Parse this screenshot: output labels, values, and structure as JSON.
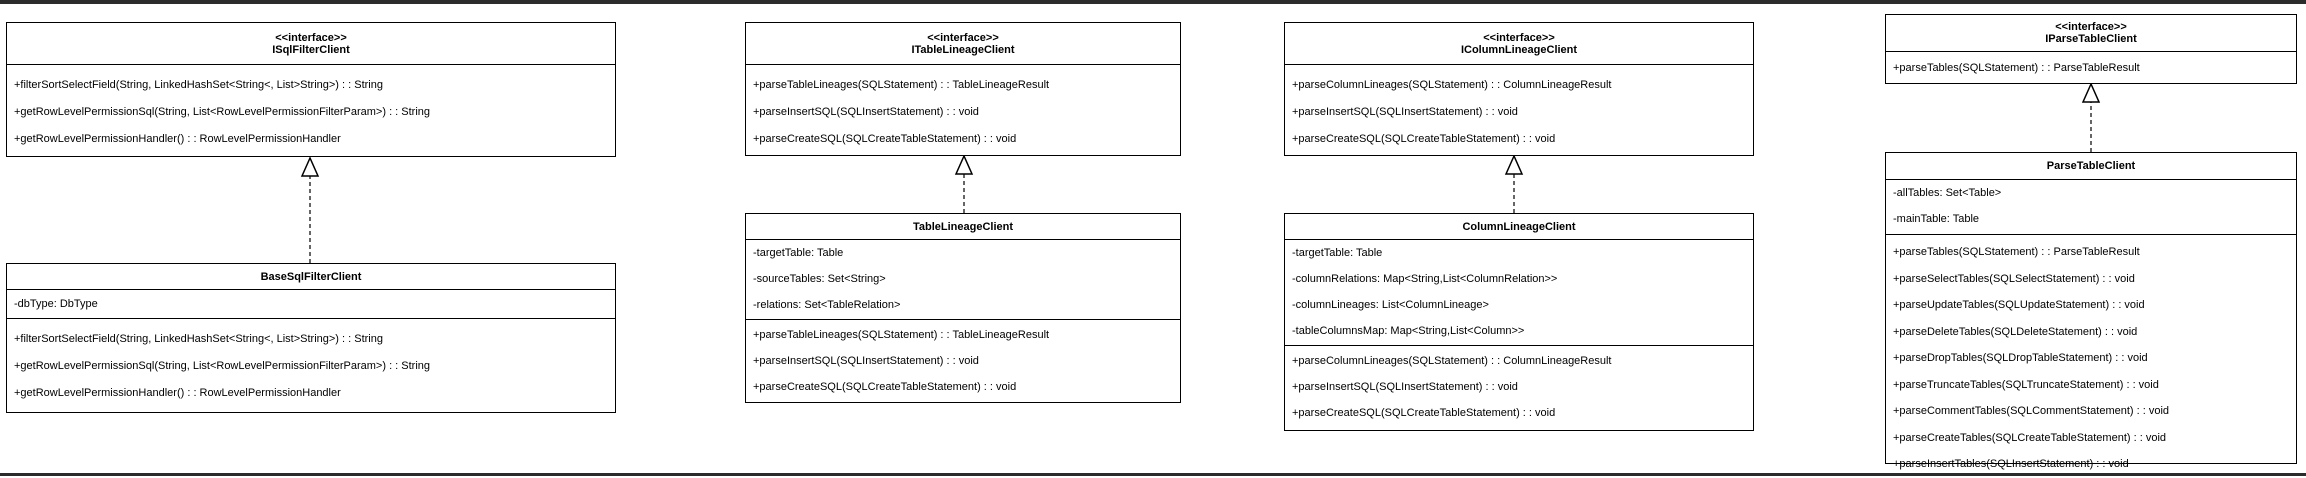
{
  "classes": [
    {
      "stereotype": "<<interface>>",
      "name": "ISqlFilterClient",
      "attributes": [],
      "operations": [
        "+filterSortSelectField(String, LinkedHashSet<String<, List>String>) : : String",
        "+getRowLevelPermissionSql(String, List<RowLevelPermissionFilterParam>) : : String",
        "+getRowLevelPermissionHandler() : : RowLevelPermissionHandler"
      ]
    },
    {
      "stereotype": "",
      "name": "BaseSqlFilterClient",
      "attributes": [
        "-dbType: DbType"
      ],
      "operations": [
        "+filterSortSelectField(String, LinkedHashSet<String<, List>String>) : : String",
        "+getRowLevelPermissionSql(String, List<RowLevelPermissionFilterParam>) : : String",
        "+getRowLevelPermissionHandler() : : RowLevelPermissionHandler"
      ]
    },
    {
      "stereotype": "<<interface>>",
      "name": "ITableLineageClient",
      "attributes": [],
      "operations": [
        "+parseTableLineages(SQLStatement) : : TableLineageResult",
        "+parseInsertSQL(SQLInsertStatement) : : void",
        "+parseCreateSQL(SQLCreateTableStatement) : : void"
      ]
    },
    {
      "stereotype": "",
      "name": "TableLineageClient",
      "attributes": [
        "-targetTable: Table",
        "-sourceTables: Set<String>",
        "-relations: Set<TableRelation>"
      ],
      "operations": [
        "+parseTableLineages(SQLStatement) : : TableLineageResult",
        "+parseInsertSQL(SQLInsertStatement) : : void",
        "+parseCreateSQL(SQLCreateTableStatement) : : void"
      ]
    },
    {
      "stereotype": "<<interface>>",
      "name": "IColumnLineageClient",
      "attributes": [],
      "operations": [
        "+parseColumnLineages(SQLStatement) : : ColumnLineageResult",
        "+parseInsertSQL(SQLInsertStatement) : : void",
        "+parseCreateSQL(SQLCreateTableStatement) : : void"
      ]
    },
    {
      "stereotype": "",
      "name": "ColumnLineageClient",
      "attributes": [
        "-targetTable: Table",
        "-columnRelations: Map<String,List<ColumnRelation>>",
        "-columnLineages: List<ColumnLineage>",
        "-tableColumnsMap: Map<String,List<Column>>"
      ],
      "operations": [
        "+parseColumnLineages(SQLStatement) : : ColumnLineageResult",
        "+parseInsertSQL(SQLInsertStatement) : : void",
        "+parseCreateSQL(SQLCreateTableStatement) : : void"
      ]
    },
    {
      "stereotype": "<<interface>>",
      "name": "IParseTableClient",
      "attributes": [],
      "operations": [
        "+parseTables(SQLStatement) : : ParseTableResult"
      ]
    },
    {
      "stereotype": "",
      "name": "ParseTableClient",
      "attributes": [
        "-allTables: Set<Table>",
        "-mainTable: Table"
      ],
      "operations": [
        "+parseTables(SQLStatement) : : ParseTableResult",
        "+parseSelectTables(SQLSelectStatement) : : void",
        "+parseUpdateTables(SQLUpdateStatement) : : void",
        "+parseDeleteTables(SQLDeleteStatement) : : void",
        "+parseDropTables(SQLDropTableStatement) : : void",
        "+parseTruncateTables(SQLTruncateStatement) : : void",
        "+parseCommentTables(SQLCommentStatement) : : void",
        "+parseCreateTables(SQLCreateTableStatement) : : void",
        "+parseInsertTables(SQLInsertStatement) : : void"
      ]
    }
  ],
  "realizations": [
    {
      "from": "BaseSqlFilterClient",
      "to": "ISqlFilterClient"
    },
    {
      "from": "TableLineageClient",
      "to": "ITableLineageClient"
    },
    {
      "from": "ColumnLineageClient",
      "to": "IColumnLineageClient"
    },
    {
      "from": "ParseTableClient",
      "to": "IParseTableClient"
    }
  ]
}
